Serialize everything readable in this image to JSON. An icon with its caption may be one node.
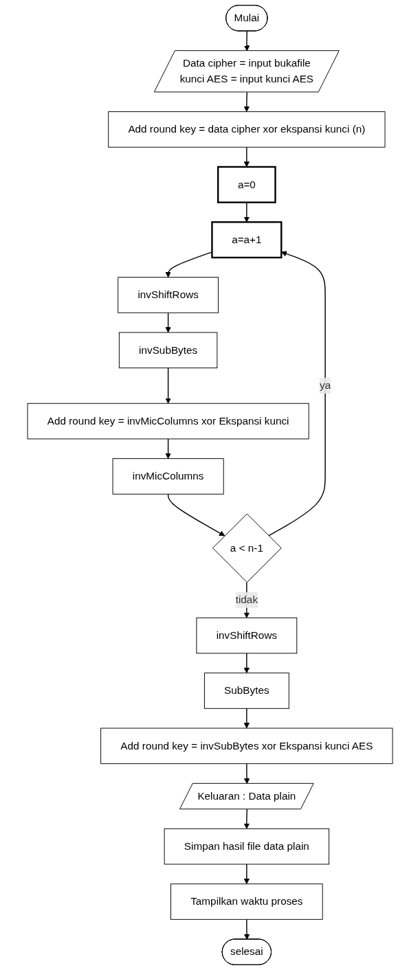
{
  "diagram": {
    "nodes": [
      {
        "text": [
          "Mulai"
        ]
      },
      {
        "text": [
          "Data cipher = input bukafile",
          "kunci AES = input kunci AES"
        ]
      },
      {
        "text": [
          "Add round key = data cipher xor ekspansi kunci (n)"
        ]
      },
      {
        "text": [
          "a=0"
        ]
      },
      {
        "text": [
          "a=a+1"
        ]
      },
      {
        "text": [
          "invShiftRows"
        ]
      },
      {
        "text": [
          "invSubBytes"
        ]
      },
      {
        "text": [
          "Add round key = invMicColumns xor Ekspansi kunci"
        ]
      },
      {
        "text": [
          "invMicColumns"
        ]
      },
      {
        "text": [
          "a < n-1"
        ]
      },
      {
        "text": [
          "invShiftRows"
        ]
      },
      {
        "text": [
          "SubBytes"
        ]
      },
      {
        "text": [
          "Add round key = invSubBytes xor Ekspansi kunci AES"
        ]
      },
      {
        "text": [
          "Keluaran : Data plain"
        ]
      },
      {
        "text": [
          "Simpan hasil file data plain"
        ]
      },
      {
        "text": [
          "Tampilkan waktu proses"
        ]
      },
      {
        "text": [
          "selesai"
        ]
      }
    ],
    "edges": [
      {
        "from": 0,
        "to": 1,
        "arrow": "to"
      },
      {
        "from": 1,
        "to": 2,
        "arrow": "to"
      },
      {
        "from": 2,
        "to": 3,
        "arrow": "to"
      },
      {
        "from": 3,
        "to": 4,
        "arrow": "to"
      },
      {
        "from": 4,
        "to": 5,
        "arrow": "to"
      },
      {
        "from": 5,
        "to": 6,
        "arrow": "to"
      },
      {
        "from": 6,
        "to": 7,
        "arrow": "to"
      },
      {
        "from": 7,
        "to": 8,
        "arrow": "to"
      },
      {
        "from": 8,
        "to": 9,
        "arrow": "to"
      },
      {
        "from": 9,
        "to": 4,
        "arrow": "to",
        "label": "ya"
      },
      {
        "from": 9,
        "to": 10,
        "arrow": "to",
        "label": "tidak"
      },
      {
        "from": 10,
        "to": 11,
        "arrow": "to"
      },
      {
        "from": 11,
        "to": 12,
        "arrow": "to"
      },
      {
        "from": 12,
        "to": 13,
        "arrow": "to"
      },
      {
        "from": 13,
        "to": 14,
        "arrow": "to"
      },
      {
        "from": 14,
        "to": 15,
        "arrow": "to"
      },
      {
        "from": 15,
        "to": 16,
        "arrow": "to"
      }
    ]
  }
}
